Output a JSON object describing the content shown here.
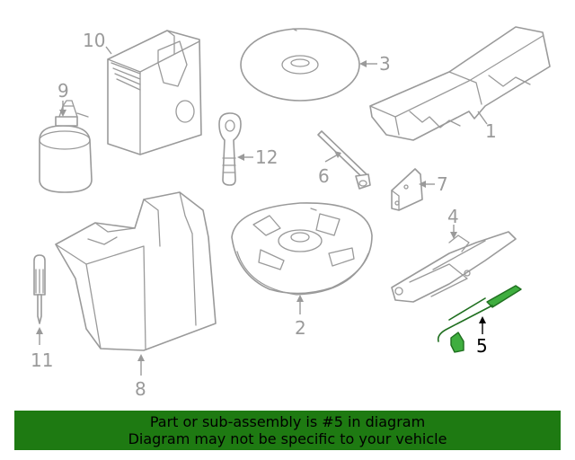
{
  "diagram": {
    "callouts": [
      {
        "id": "1",
        "label": "1"
      },
      {
        "id": "2",
        "label": "2"
      },
      {
        "id": "3",
        "label": "3"
      },
      {
        "id": "4",
        "label": "4"
      },
      {
        "id": "5",
        "label": "5"
      },
      {
        "id": "6",
        "label": "6"
      },
      {
        "id": "7",
        "label": "7"
      },
      {
        "id": "8",
        "label": "8"
      },
      {
        "id": "9",
        "label": "9"
      },
      {
        "id": "10",
        "label": "10"
      },
      {
        "id": "11",
        "label": "11"
      },
      {
        "id": "12",
        "label": "12"
      }
    ],
    "highlighted_part": "5",
    "colors": {
      "line": "#9a9a9a",
      "highlight_fill": "#3fae3f",
      "highlight_stroke": "#1f6f1f",
      "banner": "#1e7a12"
    }
  },
  "banner": {
    "line1": "Part or sub-assembly is #5 in diagram",
    "line2": "Diagram may not be specific to your vehicle"
  }
}
